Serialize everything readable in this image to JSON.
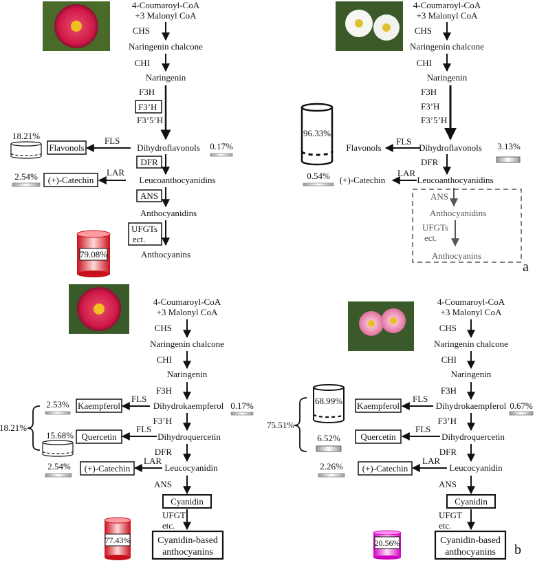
{
  "colors": {
    "red": "#e8202c",
    "magenta": "#e010c8",
    "gray": "#555555",
    "line": "#111111"
  },
  "panel_a_left": {
    "start_line1": "4-Coumaroyl-CoA",
    "start_line2": "+3 Malonyl CoA",
    "chs": "CHS",
    "naringenin_chalcone": "Naringenin chalcone",
    "chi": "CHI",
    "naringenin": "Naringenin",
    "f3h": "F3H",
    "f3ph": "F3’H",
    "f35h": "F3’5’H",
    "flavonols": "Flavonols",
    "fls": "FLS",
    "dihydroflavonols": "Dihydroflavonols",
    "pct_flavonols": "18.21%",
    "pct_dihydro": "0.17%",
    "dfr": "DFR",
    "lar": "LAR",
    "catechin": "(+)-Catechin",
    "pct_catechin": "2.54%",
    "leuco": "Leucoanthocyanidins",
    "ans": "ANS",
    "anthocyanidins": "Anthocyanidins",
    "ufgts": "UFGTs",
    "ect": "ect.",
    "anthocyanins": "Anthocyanins",
    "pct_anthocyanins": "79.08%"
  },
  "panel_a_right": {
    "start_line1": "4-Coumaroyl-CoA",
    "start_line2": "+3 Malonyl CoA",
    "chs": "CHS",
    "naringenin_chalcone": "Naringenin chalcone",
    "chi": "CHI",
    "naringenin": "Naringenin",
    "f3h": "F3H",
    "f3ph": "F3’H",
    "f35h": "F3’5’H",
    "flavonols": "Flavonols",
    "fls": "FLS",
    "dihydroflavonols": "Dihydroflavonols",
    "pct_flavonols": "96.33%",
    "pct_dihydro": "3.13%",
    "dfr": "DFR",
    "lar": "LAR",
    "catechin": "(+)-Catechin",
    "pct_catechin": "0.54%",
    "leuco": "Leucoanthocyanidins",
    "ans": "ANS",
    "anthocyanidins": "Anthocyanidins",
    "ufgts": "UFGTs",
    "ect": "ect.",
    "anthocyanins": "Anthocyanins",
    "label": "a"
  },
  "panel_b_left": {
    "start_line1": "4-Coumaroyl-CoA",
    "start_line2": "+3 Malonyl CoA",
    "chs": "CHS",
    "naringenin_chalcone": "Naringenin chalcone",
    "chi": "CHI",
    "naringenin": "Naringenin",
    "f3h": "F3H",
    "kaempferol": "Kaempferol",
    "fls1": "FLS",
    "dihydrokaempferol": "Dihydrokaempferol",
    "pct_kaempferol": "2.53%",
    "pct_dhk": "0.17%",
    "pct_total": "18.21%",
    "f3ph": "F3’H",
    "quercetin": "Quercetin",
    "fls2": "FLS",
    "dihydroquercetin": "Dihydroquercetin",
    "pct_quercetin": "15.68%",
    "dfr": "DFR",
    "catechin": "(+)-Catechin",
    "lar": "LAR",
    "leucocyanidin": "Leucocyanidin",
    "pct_catechin": "2.54%",
    "ans": "ANS",
    "cyanidin": "Cyanidin",
    "ufgt": "UFGT",
    "etc": "etc.",
    "product_line1": "Cyanidin-based",
    "product_line2": "anthocyanins",
    "pct_product": "77.43%"
  },
  "panel_b_right": {
    "start_line1": "4-Coumaroyl-CoA",
    "start_line2": "+3 Malonyl CoA",
    "chs": "CHS",
    "naringenin_chalcone": "Naringenin chalcone",
    "chi": "CHI",
    "naringenin": "Naringenin",
    "f3h": "F3H",
    "kaempferol": "Kaempferol",
    "fls1": "FLS",
    "dihydrokaempferol": "Dihydrokaempferol",
    "pct_kaempferol": "68.99%",
    "pct_dhk": "0.67%",
    "pct_total": "75.51%",
    "f3ph": "F3’H",
    "quercetin": "Quercetin",
    "fls2": "FLS",
    "dihydroquercetin": "Dihydroquercetin",
    "pct_quercetin": "6.52%",
    "dfr": "DFR",
    "catechin": "(+)-Catechin",
    "lar": "LAR",
    "leucocyanidin": "Leucocyanidin",
    "pct_catechin": "2.26%",
    "ans": "ANS",
    "cyanidin": "Cyanidin",
    "ufgt": "UFGT",
    "etc": "etc.",
    "product_line1": "Cyanidin-based",
    "product_line2": "anthocyanins",
    "pct_product": "20.56%",
    "label": "b"
  }
}
